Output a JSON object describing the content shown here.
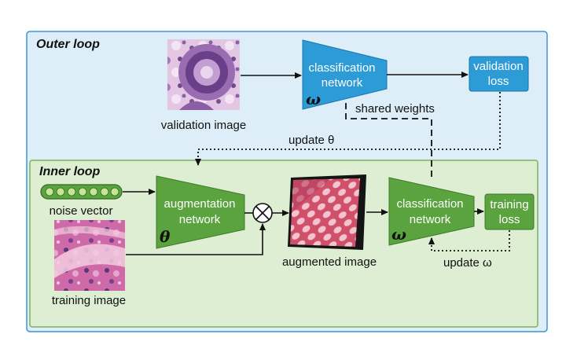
{
  "outer_loop": {
    "title": "Outer loop",
    "validation_image_label": "validation image",
    "classification_network": {
      "line1": "classification",
      "line2": "network",
      "param": "ω"
    },
    "validation_loss": {
      "line1": "validation",
      "line2": "loss"
    },
    "shared_weights_label": "shared weights",
    "update_theta_label": "update θ"
  },
  "inner_loop": {
    "title": "Inner loop",
    "noise_vector_label": "noise vector",
    "training_image_label": "training image",
    "augmentation_network": {
      "line1": "augmentation",
      "line2": "network",
      "param": "θ"
    },
    "augmented_image_label": "augmented image",
    "classification_network": {
      "line1": "classification",
      "line2": "network",
      "param": "ω"
    },
    "training_loss": {
      "line1": "training",
      "line2": "loss"
    },
    "update_omega_label": "update ω"
  },
  "colors": {
    "outer_fill": "#ddeef8",
    "outer_border": "#3b95cf",
    "inner_fill": "#ddeed2",
    "inner_border": "#79b25a",
    "blue_node": "#2c9bd6",
    "green_node": "#5aa33f"
  }
}
